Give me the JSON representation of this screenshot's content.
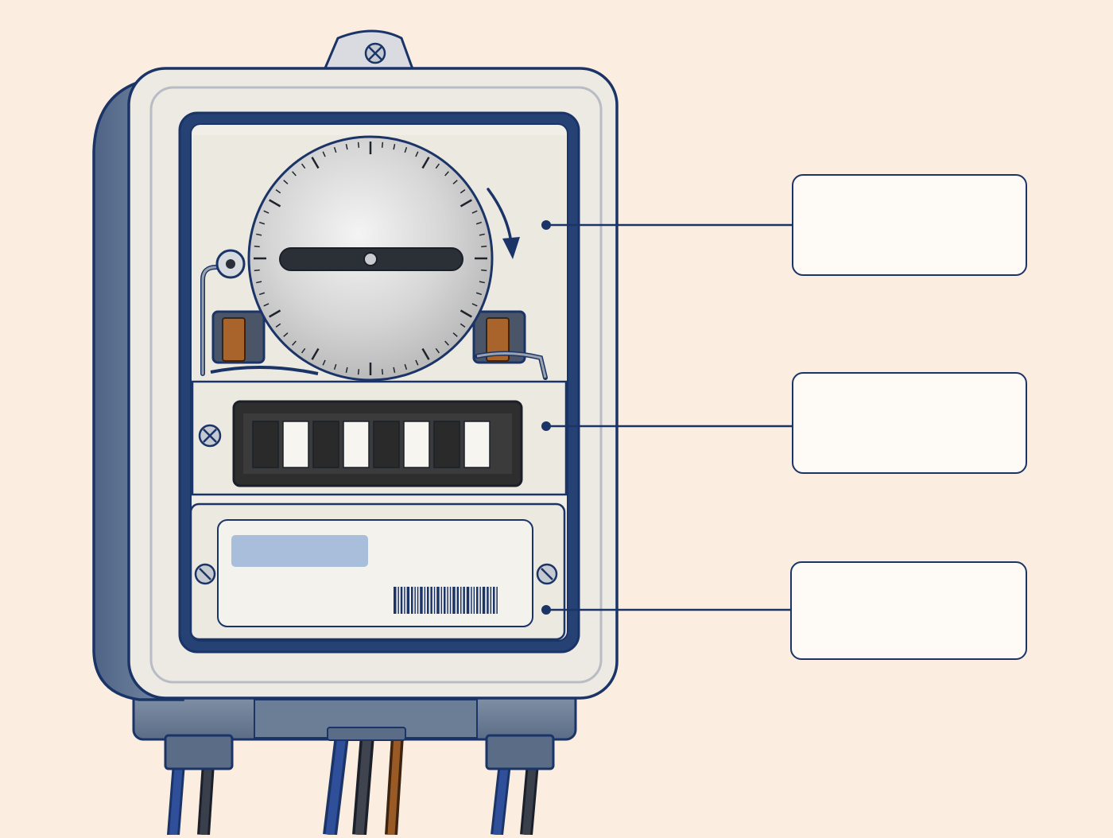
{
  "diagram": {
    "subject": "electric-meter",
    "labels": [
      {
        "id": "disc-chamber",
        "text": ""
      },
      {
        "id": "register-display",
        "text": ""
      },
      {
        "id": "nameplate",
        "text": ""
      }
    ],
    "colors": {
      "background": "#fbeee1",
      "outline": "#1b3468",
      "housing": "#eceae2",
      "side": "#5a6f8e",
      "display": "#2e2e2e",
      "copper": "#a8642a",
      "label_field": "#a9bedb"
    },
    "icons": [
      "rotation-arrow-icon",
      "screw-icon",
      "barcode-icon",
      "counter-digit-icon"
    ]
  }
}
